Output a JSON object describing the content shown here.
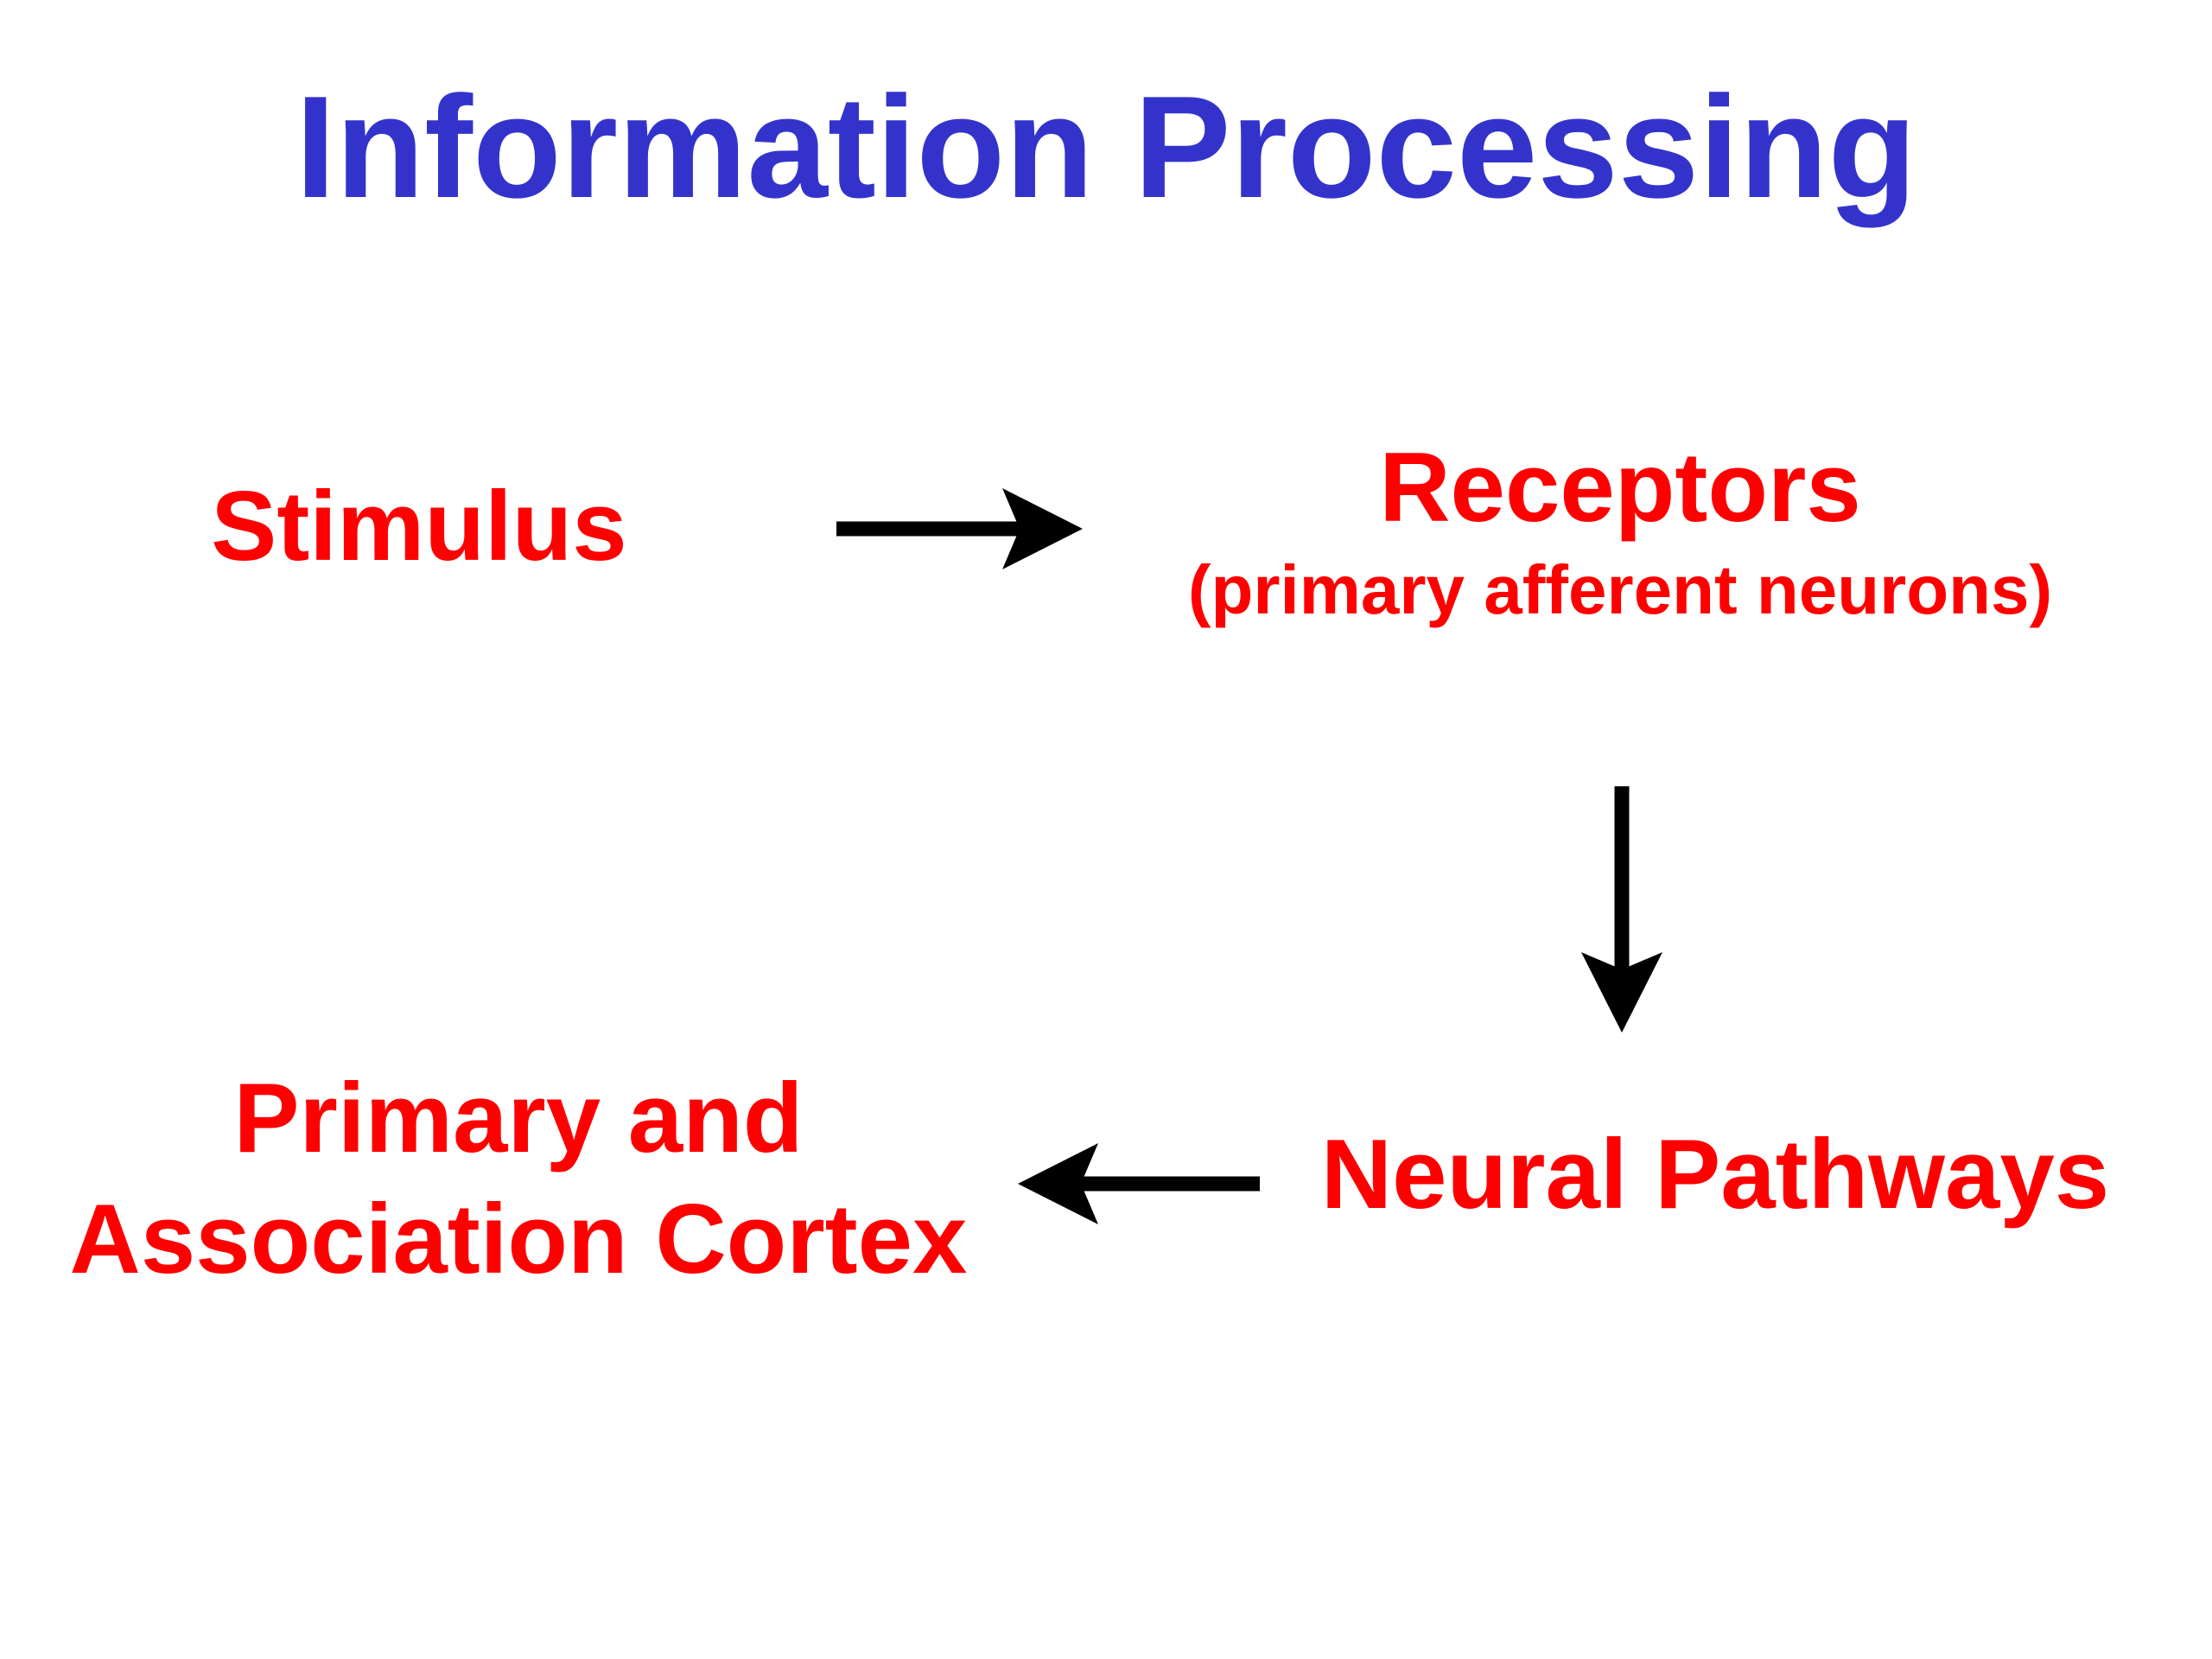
{
  "title": "Information Processing",
  "nodes": {
    "stimulus": "Stimulus",
    "receptors": "Receptors",
    "receptors_sub": "(primary afferent neurons)",
    "pathways": "Neural Pathways",
    "cortex_line1": "Primary and",
    "cortex_line2": "Association Cortex"
  },
  "colors": {
    "title": "#3333cc",
    "nodes": "#ff0000",
    "arrows": "#000000",
    "background": "#ffffff"
  }
}
